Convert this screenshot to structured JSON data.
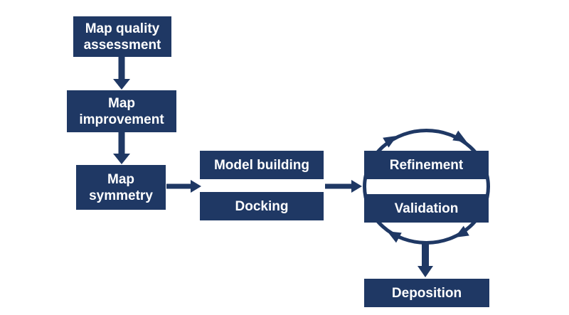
{
  "diagram": {
    "title": "",
    "type": "flowchart",
    "colors": {
      "primary": "#1f3864",
      "box_text": "#ffffff",
      "background": "#ffffff"
    },
    "nodes": {
      "map_quality": {
        "line1": "Map quality",
        "line2": "assessment"
      },
      "map_improvement": {
        "line1": "Map",
        "line2": "improvement"
      },
      "map_symmetry": {
        "line1": "Map",
        "line2": "symmetry"
      },
      "model_building": {
        "label": "Model building"
      },
      "docking": {
        "label": "Docking"
      },
      "refinement": {
        "label": "Refinement"
      },
      "validation": {
        "label": "Validation"
      },
      "deposition": {
        "label": "Deposition"
      }
    },
    "edges": [
      {
        "from": "map_quality",
        "to": "map_improvement",
        "style": "straight-arrow"
      },
      {
        "from": "map_improvement",
        "to": "map_symmetry",
        "style": "straight-arrow"
      },
      {
        "from": "map_symmetry",
        "to": "model_building+docking",
        "style": "straight-arrow"
      },
      {
        "from": "model_building+docking",
        "to": "refinement+validation",
        "style": "straight-arrow"
      },
      {
        "from": "refinement",
        "to": "validation",
        "style": "clockwise-cycle-circle"
      },
      {
        "from": "refinement+validation",
        "to": "deposition",
        "style": "straight-arrow"
      }
    ]
  }
}
